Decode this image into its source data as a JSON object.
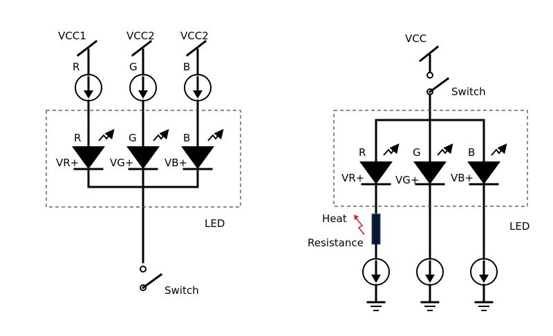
{
  "left_circuit": {
    "supplies": [
      "VCC1",
      "VCC2",
      "VCC2"
    ],
    "source_labels": [
      "R",
      "G",
      "B"
    ],
    "diode_labels": [
      "R",
      "G",
      "B"
    ],
    "diode_voltages": [
      "VR+",
      "VG+",
      "VB+"
    ],
    "led_label": "LED",
    "switch_label": "Switch"
  },
  "right_circuit": {
    "supply": "VCC",
    "switch_label": "Switch",
    "diode_labels": [
      "R",
      "G",
      "B"
    ],
    "diode_voltages": [
      "VR+",
      "VG+",
      "VB+"
    ],
    "led_label": "LED",
    "heat_label": "Heat",
    "resistance_label": "Resistance",
    "heat_color": "#e02020",
    "resistor_color": "#0a1530"
  }
}
